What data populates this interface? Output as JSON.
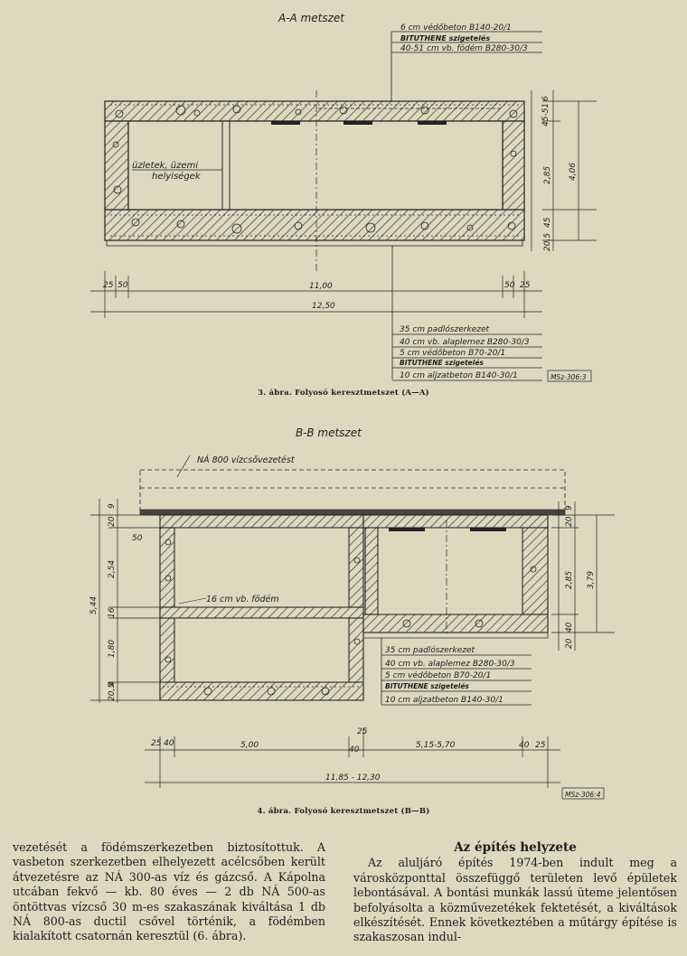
{
  "figure3": {
    "title": "A-A metszet",
    "top_layers": [
      "6 cm védőbeton B140-20/1",
      "BITUTHENE szigetelés",
      "40-51 cm vb. födém B280-30/3"
    ],
    "room_label_1": "üzletek, üzemi",
    "room_label_2": "helyiségek",
    "dim_right": [
      "45-51",
      "6",
      "2,85",
      "4,06",
      "20,5",
      "45"
    ],
    "dim_small_left": "25",
    "dim_small_left2": "50",
    "dim_small_right": "50",
    "dim_small_right2": "25",
    "dim_inner": "11,00",
    "dim_total": "12,50",
    "bottom_layers": [
      "35 cm padlószerkezet",
      "40 cm vb. alaplemez B280-30/3",
      "5 cm védőbeton B70-20/1",
      "BITUTHENE szigetelés",
      "10 cm aljzatbeton B140-30/1"
    ],
    "stamp": "MSz-306:3",
    "caption": "3. ábra. Folyosó keresztmetszet (A—A)"
  },
  "figure4": {
    "title": "B-B metszet",
    "pipe_label": "NÁ 800 vízcsővezetést",
    "slab_label": "16 cm vb. födém",
    "dim_left": [
      "20",
      "9",
      "50",
      "2,54",
      "16",
      "5,44",
      "1,80",
      "20,5",
      "4"
    ],
    "dim_right": [
      "20",
      "9",
      "2,85",
      "3,79",
      "20",
      "40"
    ],
    "dim_top_small": "25",
    "dim_bottom": [
      "25",
      "40",
      "5,00",
      "40",
      "5,15-5,70",
      "40",
      "25"
    ],
    "dim_total": "11,85 - 12,30",
    "bottom_layers": [
      "35 cm padlószerkezet",
      "40 cm vb. alaplemez B280-30/3",
      "5 cm védőbeton B70-20/1",
      "BITUTHENE szigetelés",
      "10 cm aljzatbeton B140-30/1"
    ],
    "stamp": "MSz-306:4",
    "caption": "4. ábra. Folyosó keresztmetszet (B—B)"
  },
  "text": {
    "left_paragraph": "vezetését a födémszerkezetben biztosítottuk. A vasbeton szerkezetben elhelyezett acélcsőben került átvezetésre az NÁ 300-as víz és gázcső. A Kápolna utcában fekvő — kb. 80 éves — 2 db NÁ 500-as öntöttvas vízcső 30 m-es szakaszának kiváltása 1 db NÁ 800-as ductil csővel történik, a födémben kialakított csatornán keresztül (6. ábra).",
    "right_heading": "Az építés helyzete",
    "right_paragraph": "Az aluljáró építés 1974-ben indult meg a városközponttal összefüggő területen levő épületek lebontásával. A bontási munkák lassú üteme jelentősen befolyásolta a közművezetékek fektetését, a kiváltások elkészítését. Ennek következtében a műtárgy építése is szakaszosan indul-"
  }
}
